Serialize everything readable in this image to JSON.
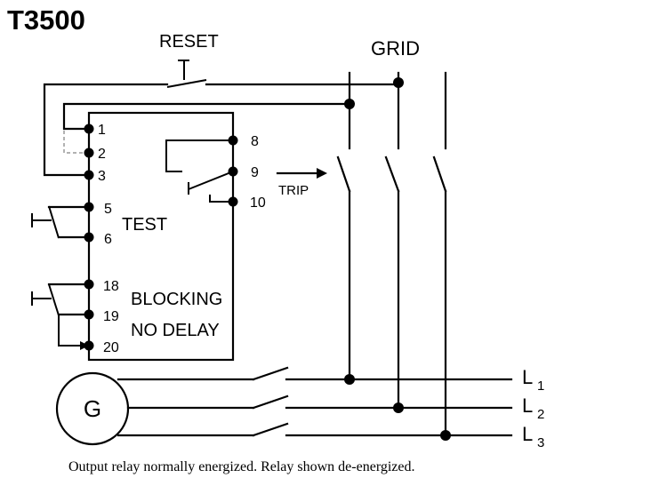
{
  "title": "T3500",
  "labels": {
    "reset": "RESET",
    "grid": "GRID",
    "trip": "TRIP",
    "test": "TEST",
    "blocking": "BLOCKING",
    "no_delay": "NO DELAY",
    "generator": "G"
  },
  "terminals": {
    "t1": "1",
    "t2": "2",
    "t3": "3",
    "t5": "5",
    "t6": "6",
    "t8": "8",
    "t9": "9",
    "t10": "10",
    "t18": "18",
    "t19": "19",
    "t20": "20"
  },
  "lines": {
    "l1": {
      "letter": "L",
      "index": "1"
    },
    "l2": {
      "letter": "L",
      "index": "2"
    },
    "l3": {
      "letter": "L",
      "index": "3"
    }
  },
  "caption": "Output relay normally energized. Relay shown de-energized."
}
